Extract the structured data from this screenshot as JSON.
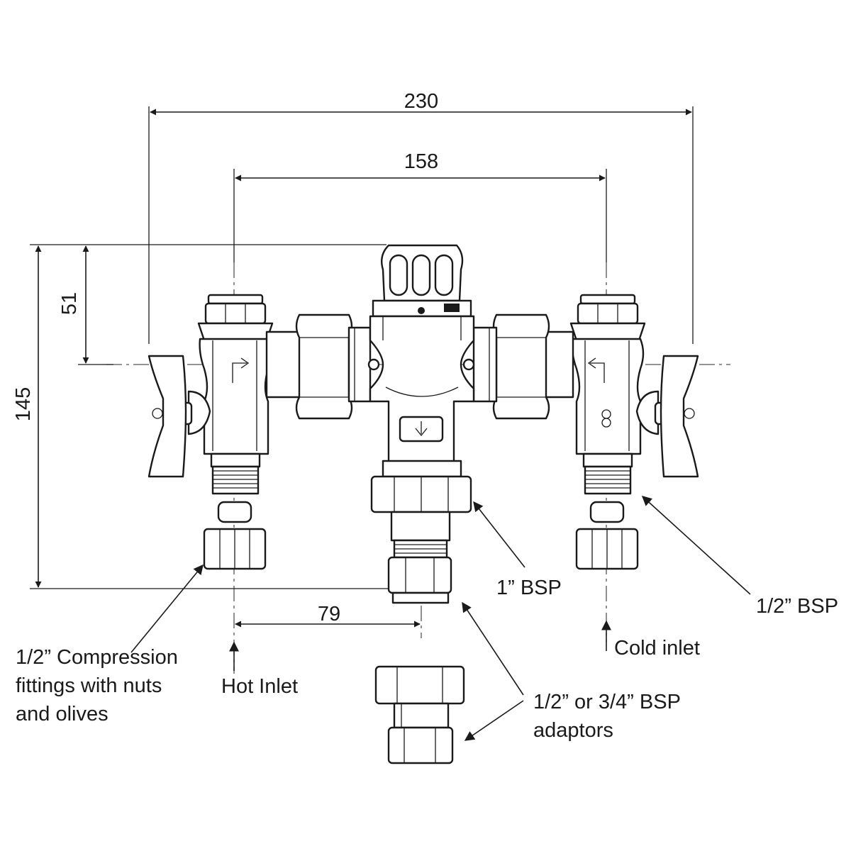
{
  "dimensions": {
    "overall_width": "230",
    "inlet_centres": "158",
    "overall_height": "145",
    "handle_to_centreline": "51",
    "hot_inlet_to_outlet": "79"
  },
  "labels": {
    "one_inch_bsp": "1” BSP",
    "half_inch_bsp": "1/2” BSP",
    "cold_inlet": "Cold inlet",
    "hot_inlet": "Hot Inlet",
    "compression_fittings": [
      "1/2” Compression",
      "fittings with nuts",
      "and olives"
    ],
    "adaptors": [
      "1/2” or 3/4” BSP",
      "adaptors"
    ]
  },
  "colors": {
    "line": "#1a1a1a",
    "background": "#ffffff"
  }
}
